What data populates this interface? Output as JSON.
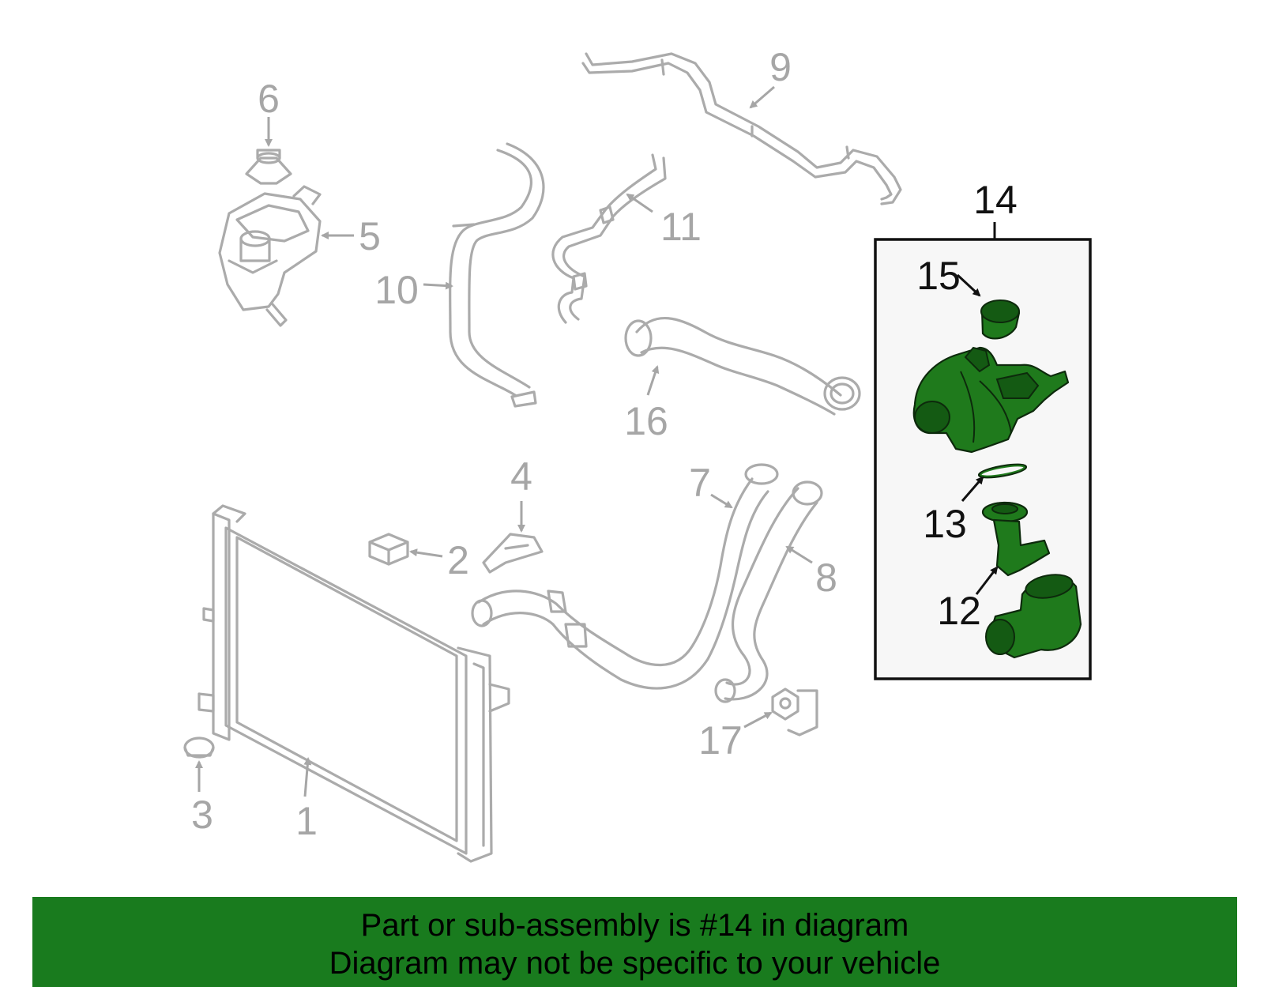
{
  "diagram": {
    "labels": [
      "1",
      "2",
      "3",
      "4",
      "5",
      "6",
      "7",
      "8",
      "9",
      "10",
      "11",
      "12",
      "13",
      "14",
      "15",
      "16",
      "17"
    ],
    "highlighted_assembly": "14",
    "colors": {
      "outline": "#ababab",
      "highlight": "#1f7a1c",
      "box_bg": "#f7f7f7",
      "banner": "#197b1e"
    }
  },
  "banner": {
    "line1": "Part or sub-assembly is #14 in diagram",
    "line2": "Diagram may not be specific to your vehicle"
  }
}
